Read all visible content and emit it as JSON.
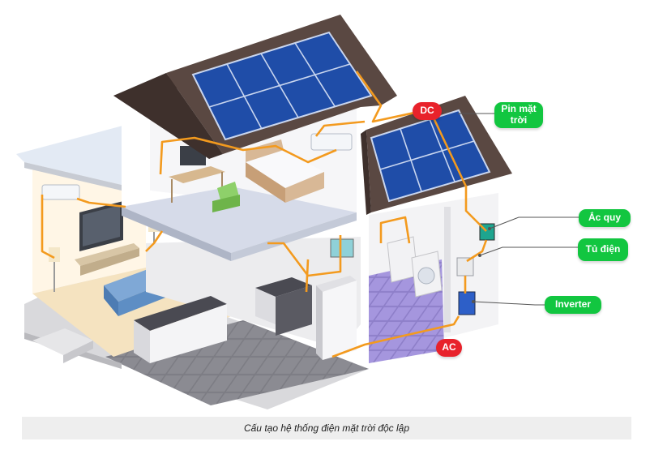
{
  "labels": {
    "dc": "DC",
    "ac": "AC",
    "solar_panel": "Pin mặt trời",
    "battery": "Ắc quy",
    "distribution_box": "Tủ điện",
    "inverter": "Inverter"
  },
  "caption": "Cấu tạo hệ thống điện mặt trời độc lập",
  "colors": {
    "wire": "#f39a1e",
    "callout_green": "#12c640",
    "callout_red": "#e8222b",
    "solar_cell": "#2f6bd6",
    "roof": "#4a3a36"
  }
}
